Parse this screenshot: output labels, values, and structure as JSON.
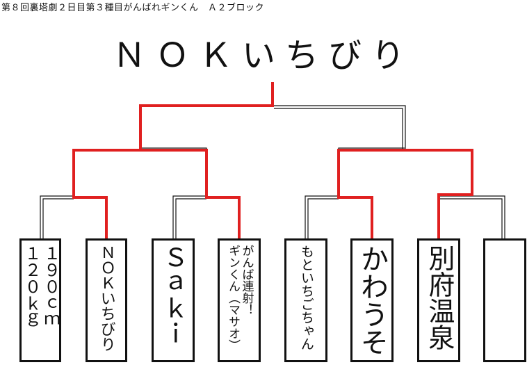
{
  "title": "第８回裏塔劇２日目第３種目がんばれギンくん　Ａ２ブロック",
  "winner": "ＮＯＫいちびり",
  "colors": {
    "win_line": "#e02020",
    "line": "#111111"
  },
  "entrants": [
    {
      "name": "１９０ｃｍ\n１２０ｋｇ",
      "font_size": 24,
      "advanced": false
    },
    {
      "name": "ＮＯＫいちびり",
      "font_size": 22,
      "advanced": true
    },
    {
      "name": "Ｓａｋｉ",
      "font_size": 36,
      "advanced": false
    },
    {
      "name": "がんば連射！\nギンくん（マサオ）",
      "font_size": 17,
      "advanced": true
    },
    {
      "name": "もといちごちゃん",
      "font_size": 19,
      "advanced": false
    },
    {
      "name": "かわうそ",
      "font_size": 40,
      "advanced": true
    },
    {
      "name": "別府温泉",
      "font_size": 38,
      "advanced": true
    },
    {
      "name": "",
      "font_size": 20,
      "advanced": false
    }
  ]
}
